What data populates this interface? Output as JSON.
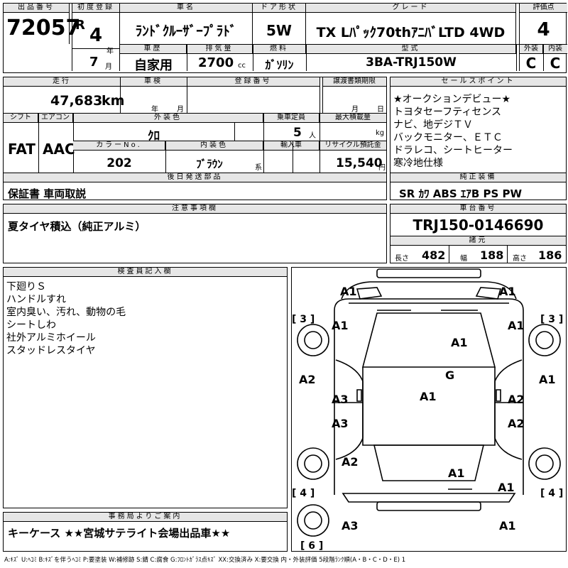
{
  "header": {
    "lot_label": "出品番号",
    "lot_number": "72057",
    "first_reg_label": "初度登録",
    "era": "R",
    "year": "4",
    "year_unit": "年",
    "month": "7",
    "month_unit": "月",
    "car_name_label": "車名",
    "car_name": "ﾗﾝﾄﾞｸﾙｰｻﾞｰﾌﾟﾗﾄﾞ",
    "door_label": "ドア形状",
    "door": "5W",
    "grade_label": "グレード",
    "grade": "TX Lﾊﾟｯｸ70thｱﾆﾊﾞLTD 4WD",
    "score_label": "評価点",
    "score": "4",
    "history_label": "車歴",
    "history": "自家用",
    "displacement_label": "排気量",
    "displacement": "2700",
    "displacement_unit": "cc",
    "fuel_label": "燃料",
    "fuel": "ｶﾞｿﾘﾝ",
    "model_label": "型式",
    "model": "3BA-TRJ150W",
    "exterior_label": "外装",
    "exterior": "C",
    "interior_label": "内装",
    "interior": "C"
  },
  "spec": {
    "mileage_label": "走行",
    "mileage": "47,683",
    "mileage_unit": "km",
    "inspection_label": "車検",
    "inspection_year_unit": "年",
    "inspection_month_unit": "月",
    "registration_label": "登録番号",
    "transfer_label": "譲渡書類期限",
    "transfer_month_unit": "月",
    "transfer_day_unit": "日",
    "shift_label": "シフト",
    "shift": "FAT",
    "ac_label": "エアコン",
    "ac": "AAC",
    "exterior_color_label": "外装色",
    "exterior_color": "ｸﾛ",
    "capacity_label": "乗車定員",
    "capacity": "5",
    "capacity_unit": "人",
    "max_load_label": "最大積載量",
    "max_load_unit": "kg",
    "color_no_label": "カラーNo.",
    "color_no": "202",
    "interior_color_label": "内装色",
    "interior_color": "ﾌﾞﾗｳﾝ",
    "interior_color_unit": "系",
    "import_label": "輸入車",
    "recycle_label": "リサイクル預託金",
    "recycle": "15,540",
    "recycle_unit": "円",
    "later_parts_label": "後日発送部品",
    "later_parts": "保証書 車両取説"
  },
  "sales_points": {
    "label": "セールスポイント",
    "lines": [
      "★オークションデビュー★",
      "トヨタセーフティセンス",
      "ナビ、地デジＴＶ",
      "バックモニター、ＥＴＣ",
      "ドラレコ、シートヒーター",
      "寒冷地仕様"
    ]
  },
  "equipment": {
    "label": "純正装備",
    "text": "SR ｶﾜ ABS ｴｱB PS PW"
  },
  "notes": {
    "label": "注意事項欄",
    "text": "夏タイヤ積込（純正アルミ）"
  },
  "chassis": {
    "label": "車台番号",
    "number": "TRJ150-0146690",
    "dims_label": "諸元",
    "length_label": "長さ",
    "length": "482",
    "width_label": "幅",
    "width": "188",
    "height_label": "高さ",
    "height": "186"
  },
  "inspector": {
    "label": "検査員記入欄",
    "lines": [
      "下廻りＳ",
      "ハンドルすれ",
      "室内臭い、汚れ、動物の毛",
      "シートしわ",
      "社外アルミホイール",
      "スタッドレスタイヤ"
    ]
  },
  "diagram": {
    "marks": [
      "A1",
      "A1",
      "A1",
      "A1",
      "A1",
      "A2",
      "A1",
      "A3",
      "A1",
      "A2",
      "A3",
      "A2",
      "A2",
      "A1",
      "A1",
      "A3",
      "A1",
      "G"
    ],
    "brackets": [
      "3",
      "3",
      "4",
      "4",
      "6"
    ],
    "bracket_open": "[",
    "bracket_close": "]"
  },
  "office": {
    "label": "事務局よりご案内",
    "text": "キーケース ★★宮城サテライト会場出品車★★"
  },
  "legend": "A:ｷｽﾞ U:ﾍｺﾐ B:ｷｽﾞを伴うﾍｺﾐ P:要塗装 W:補修跡 S:錆 C:腐食 G:ﾌﾛﾝﾄｶﾞﾗｽ点ｷｽﾞ XX:交換済み X:要交換 内・外装評価 5段階ﾗﾝｸ順(A・B・C・D・E) 1"
}
